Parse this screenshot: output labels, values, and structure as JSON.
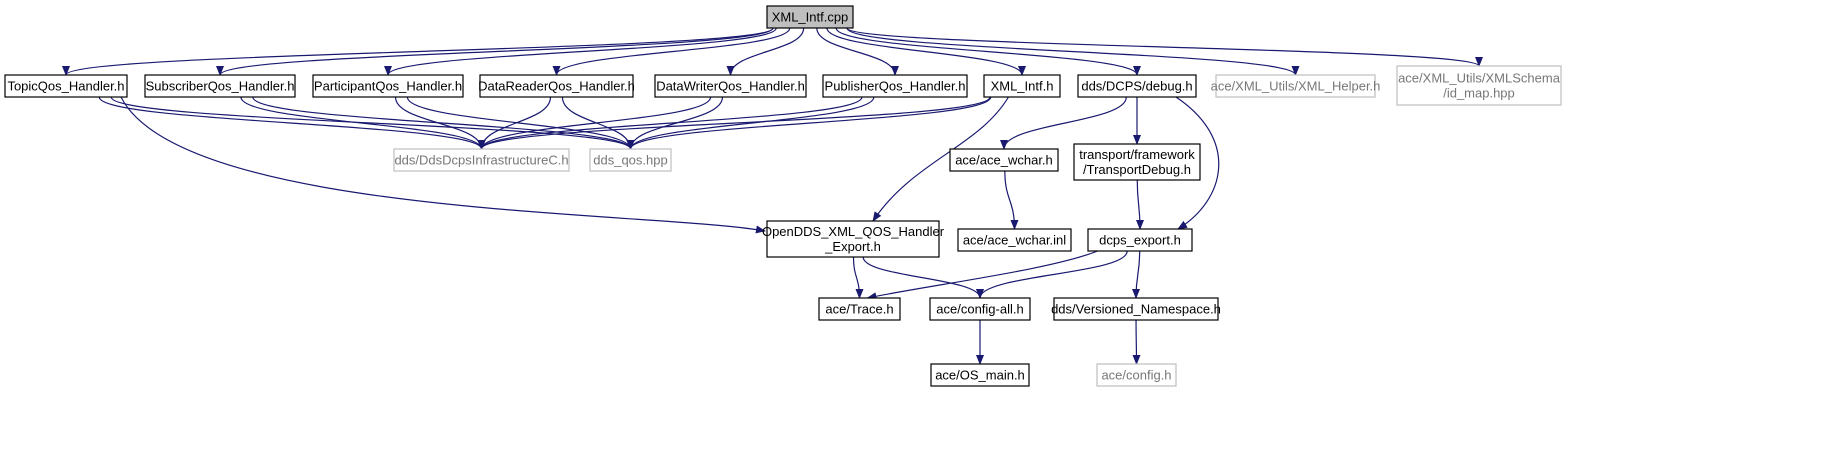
{
  "nodes": [
    {
      "id": "xml_intf_cpp",
      "lines": [
        "XML_Intf.cpp"
      ],
      "style": "root"
    },
    {
      "id": "topicqos",
      "lines": [
        "TopicQos_Handler.h"
      ],
      "style": "normal"
    },
    {
      "id": "subscriberqos",
      "lines": [
        "SubscriberQos_Handler.h"
      ],
      "style": "normal"
    },
    {
      "id": "participantqos",
      "lines": [
        "ParticipantQos_Handler.h"
      ],
      "style": "normal"
    },
    {
      "id": "datareaderqos",
      "lines": [
        "DataReaderQos_Handler.h"
      ],
      "style": "normal"
    },
    {
      "id": "datawriterqos",
      "lines": [
        "DataWriterQos_Handler.h"
      ],
      "style": "normal"
    },
    {
      "id": "publisherqos",
      "lines": [
        "PublisherQos_Handler.h"
      ],
      "style": "normal"
    },
    {
      "id": "xml_intf_h",
      "lines": [
        "XML_Intf.h"
      ],
      "style": "normal"
    },
    {
      "id": "debug_h",
      "lines": [
        "dds/DCPS/debug.h"
      ],
      "style": "normal"
    },
    {
      "id": "xml_helper",
      "lines": [
        "ace/XML_Utils/XML_Helper.h"
      ],
      "style": "external"
    },
    {
      "id": "id_map",
      "lines": [
        "ace/XML_Utils/XMLSchema",
        "/id_map.hpp"
      ],
      "style": "external"
    },
    {
      "id": "ddsdcpsinfra",
      "lines": [
        "dds/DdsDcpsInfrastructureC.h"
      ],
      "style": "external"
    },
    {
      "id": "dds_qos",
      "lines": [
        "dds_qos.hpp"
      ],
      "style": "external"
    },
    {
      "id": "ace_wchar_h",
      "lines": [
        "ace/ace_wchar.h"
      ],
      "style": "normal"
    },
    {
      "id": "transportdebug",
      "lines": [
        "transport/framework",
        "/TransportDebug.h"
      ],
      "style": "normal"
    },
    {
      "id": "ace_wchar_inl",
      "lines": [
        "ace/ace_wchar.inl"
      ],
      "style": "normal"
    },
    {
      "id": "opendds_export",
      "lines": [
        "OpenDDS_XML_QOS_Handler",
        "_Export.h"
      ],
      "style": "normal"
    },
    {
      "id": "dcps_export",
      "lines": [
        "dcps_export.h"
      ],
      "style": "normal"
    },
    {
      "id": "ace_trace",
      "lines": [
        "ace/Trace.h"
      ],
      "style": "normal"
    },
    {
      "id": "config_all",
      "lines": [
        "ace/config-all.h"
      ],
      "style": "normal"
    },
    {
      "id": "versioned_ns",
      "lines": [
        "dds/Versioned_Namespace.h"
      ],
      "style": "normal"
    },
    {
      "id": "os_main",
      "lines": [
        "ace/OS_main.h"
      ],
      "style": "normal"
    },
    {
      "id": "ace_config",
      "lines": [
        "ace/config.h"
      ],
      "style": "external"
    }
  ],
  "edges": [
    {
      "from": "xml_intf_cpp",
      "to": "topicqos"
    },
    {
      "from": "xml_intf_cpp",
      "to": "subscriberqos"
    },
    {
      "from": "xml_intf_cpp",
      "to": "participantqos"
    },
    {
      "from": "xml_intf_cpp",
      "to": "datareaderqos"
    },
    {
      "from": "xml_intf_cpp",
      "to": "datawriterqos"
    },
    {
      "from": "xml_intf_cpp",
      "to": "publisherqos"
    },
    {
      "from": "xml_intf_cpp",
      "to": "xml_intf_h"
    },
    {
      "from": "xml_intf_cpp",
      "to": "debug_h"
    },
    {
      "from": "xml_intf_cpp",
      "to": "xml_helper"
    },
    {
      "from": "xml_intf_cpp",
      "to": "id_map"
    },
    {
      "from": "topicqos",
      "to": "ddsdcpsinfra"
    },
    {
      "from": "topicqos",
      "to": "dds_qos"
    },
    {
      "from": "topicqos",
      "to": "opendds_export"
    },
    {
      "from": "subscriberqos",
      "to": "ddsdcpsinfra"
    },
    {
      "from": "subscriberqos",
      "to": "dds_qos"
    },
    {
      "from": "participantqos",
      "to": "ddsdcpsinfra"
    },
    {
      "from": "participantqos",
      "to": "dds_qos"
    },
    {
      "from": "datareaderqos",
      "to": "ddsdcpsinfra"
    },
    {
      "from": "datareaderqos",
      "to": "dds_qos"
    },
    {
      "from": "datawriterqos",
      "to": "ddsdcpsinfra"
    },
    {
      "from": "datawriterqos",
      "to": "dds_qos"
    },
    {
      "from": "publisherqos",
      "to": "ddsdcpsinfra"
    },
    {
      "from": "publisherqos",
      "to": "dds_qos"
    },
    {
      "from": "xml_intf_h",
      "to": "ddsdcpsinfra"
    },
    {
      "from": "xml_intf_h",
      "to": "dds_qos"
    },
    {
      "from": "xml_intf_h",
      "to": "opendds_export"
    },
    {
      "from": "debug_h",
      "to": "ace_wchar_h"
    },
    {
      "from": "debug_h",
      "to": "transportdebug"
    },
    {
      "from": "debug_h",
      "to": "dcps_export"
    },
    {
      "from": "ace_wchar_h",
      "to": "ace_wchar_inl"
    },
    {
      "from": "transportdebug",
      "to": "dcps_export"
    },
    {
      "from": "opendds_export",
      "to": "ace_trace"
    },
    {
      "from": "opendds_export",
      "to": "config_all"
    },
    {
      "from": "dcps_export",
      "to": "ace_trace"
    },
    {
      "from": "dcps_export",
      "to": "config_all"
    },
    {
      "from": "dcps_export",
      "to": "versioned_ns"
    },
    {
      "from": "config_all",
      "to": "os_main"
    },
    {
      "from": "versioned_ns",
      "to": "ace_config"
    }
  ]
}
